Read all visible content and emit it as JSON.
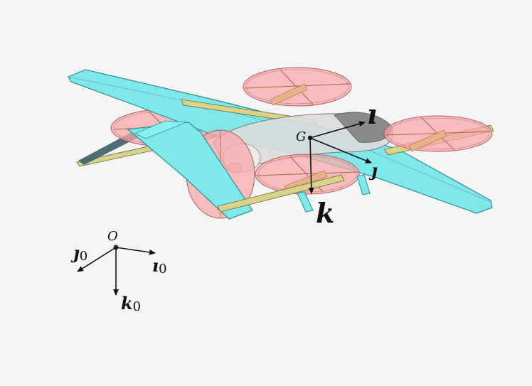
{
  "body_frame": {
    "origin": "G",
    "x_axis": "ı",
    "y_axis": "ȷ",
    "z_axis": "k"
  },
  "inertial_frame": {
    "origin": "O",
    "x_axis": "ı",
    "x_sub": "0",
    "y_axis": "ȷ",
    "y_sub": "0",
    "z_axis": "k",
    "z_sub": "0"
  },
  "colors": {
    "background": "#f5f5f5",
    "wing": "#7fe9ea",
    "wing_edge": "#2a8e95",
    "rotor_disk": "#f7a8a8",
    "rotor_edge": "#b65a5a",
    "arm": "#d9d38a",
    "fuselage": "#d8d8d8",
    "axis": "#111111"
  },
  "icons": {
    "aircraft": "quad-plane-vtol-drawing"
  }
}
